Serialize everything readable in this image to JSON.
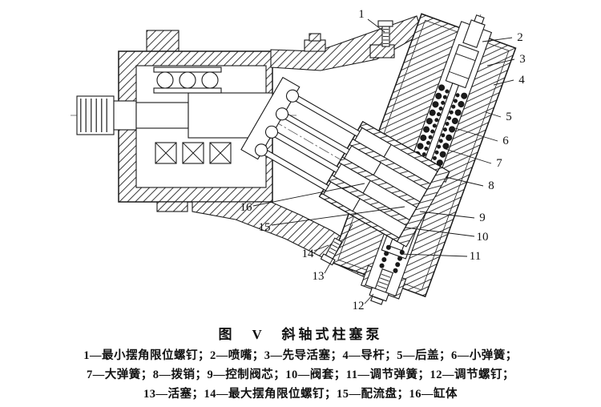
{
  "figure": {
    "caption": "图　V　斜轴式柱塞泵",
    "legend_lines": [
      "1—最小摆角限位螺钉；2—喷嘴；3—先导活塞；4—导杆；5—后盖；6—小弹簧；",
      "7—大弹簧；8—拨销；9—控制阀芯；10—阀套；11—调节弹簧；12—调节螺钉；",
      "13—活塞；14—最大摆角限位螺钉；15—配流盘；16—缸体"
    ],
    "callouts": [
      "1",
      "2",
      "3",
      "4",
      "5",
      "6",
      "7",
      "8",
      "9",
      "10",
      "11",
      "12",
      "13",
      "14",
      "15",
      "16"
    ]
  },
  "colors": {
    "ink": "#1a1a1a",
    "paper": "#ffffff"
  }
}
